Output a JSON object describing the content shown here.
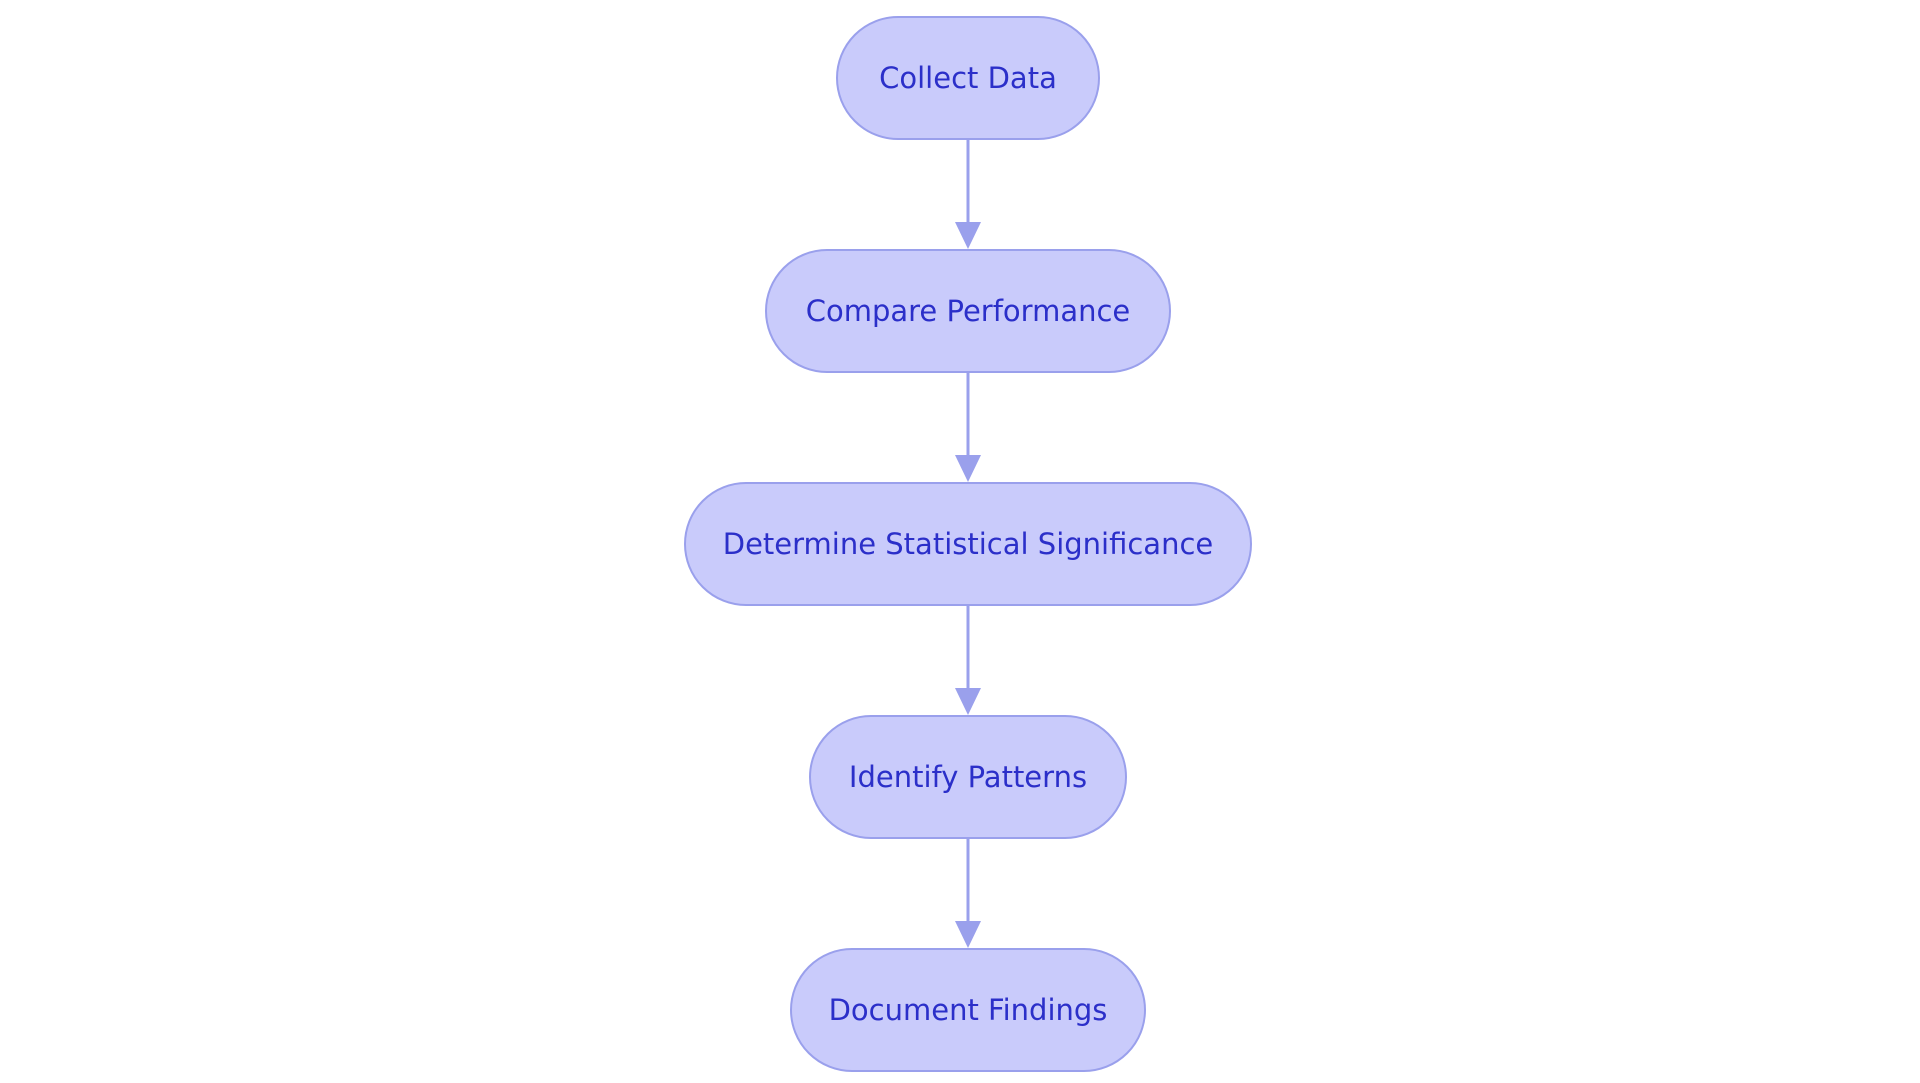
{
  "diagram": {
    "nodes": [
      {
        "id": "collect",
        "label": "Collect Data"
      },
      {
        "id": "compare",
        "label": "Compare Performance"
      },
      {
        "id": "significance",
        "label": "Determine Statistical Significance"
      },
      {
        "id": "patterns",
        "label": "Identify Patterns"
      },
      {
        "id": "document",
        "label": "Document Findings"
      }
    ],
    "edges": [
      {
        "from": "collect",
        "to": "compare"
      },
      {
        "from": "compare",
        "to": "significance"
      },
      {
        "from": "significance",
        "to": "patterns"
      },
      {
        "from": "patterns",
        "to": "document"
      }
    ]
  },
  "colors": {
    "node_fill": "#c9cbfb",
    "node_stroke": "#9aa0ec",
    "text": "#2b2fc9",
    "connector": "#9aa0ec"
  }
}
